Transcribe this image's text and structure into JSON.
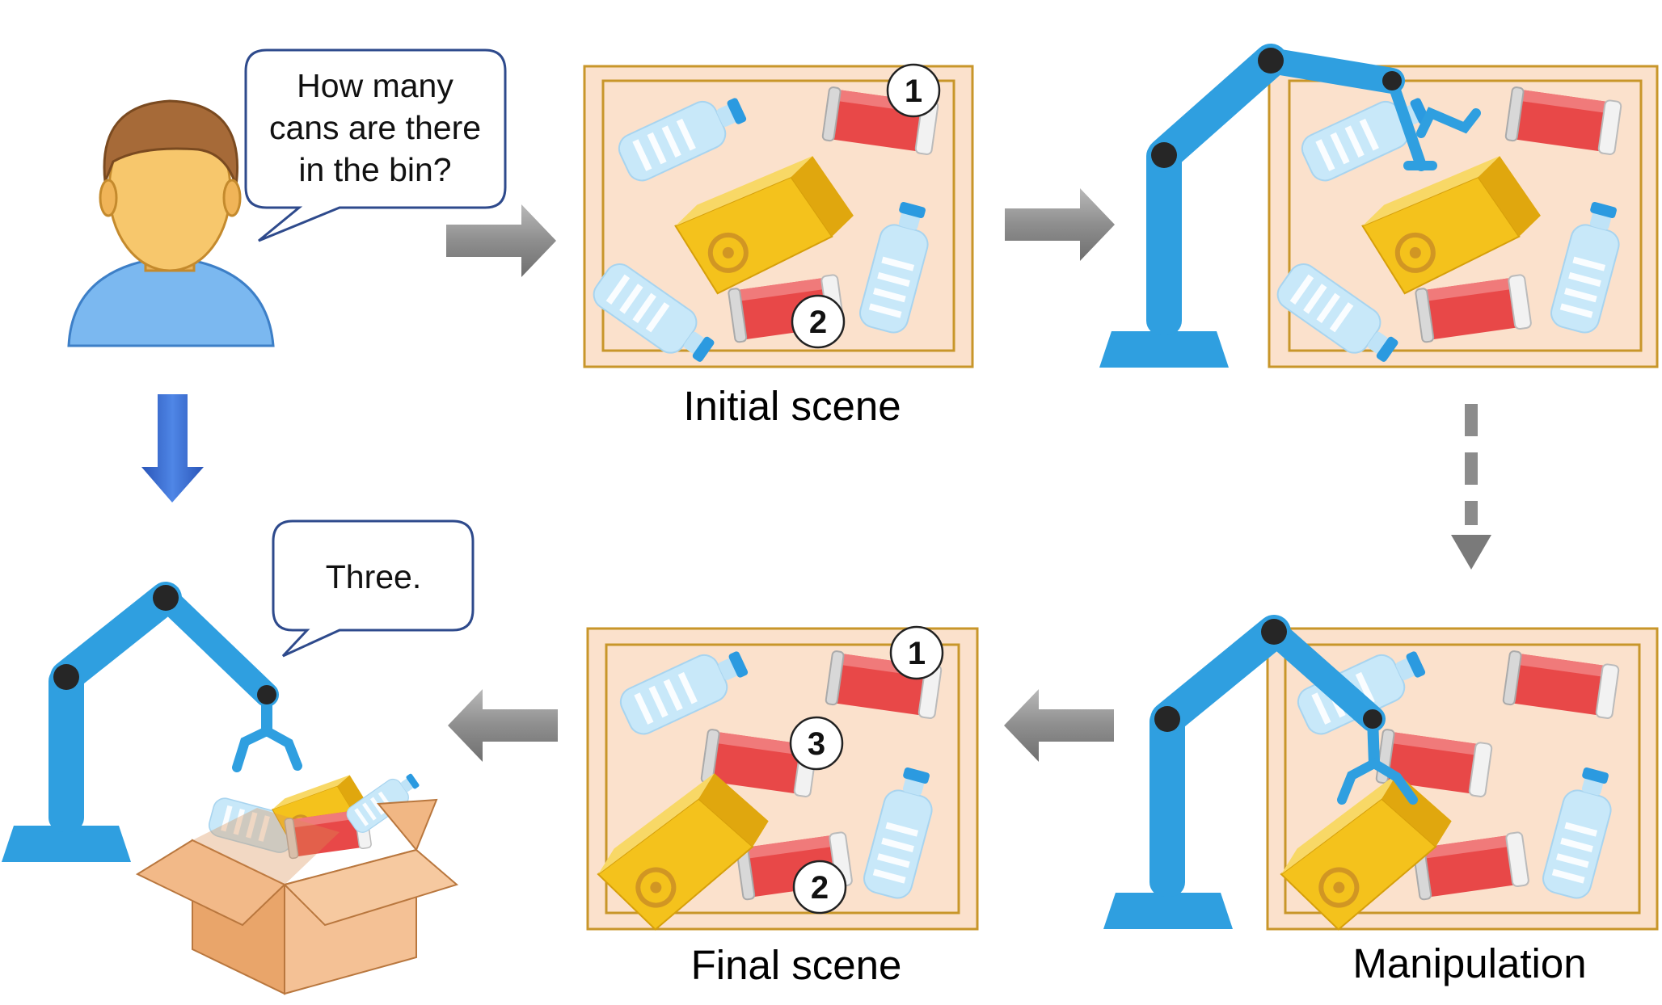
{
  "question_bubble": {
    "line1": "How many",
    "line2": "cans are there",
    "line3": "in the bin?"
  },
  "answer_bubble": {
    "text": "Three."
  },
  "captions": {
    "initial": "Initial scene",
    "manipulation": "Manipulation",
    "final": "Final scene"
  },
  "initial_scene": {
    "can_labels": [
      "1",
      "2"
    ]
  },
  "final_scene": {
    "can_labels": [
      "1",
      "3",
      "2"
    ]
  },
  "colors": {
    "robot": "#2f9fe0",
    "joint": "#262626",
    "bin_fill": "#fbe1cc",
    "bin_border": "#c8962a",
    "can": "#e84848",
    "box": "#f2c11a",
    "bottle": "#bfe3f7",
    "arrow_gray": "#8c8c8c",
    "arrow_blue": "#3a6fd0"
  }
}
